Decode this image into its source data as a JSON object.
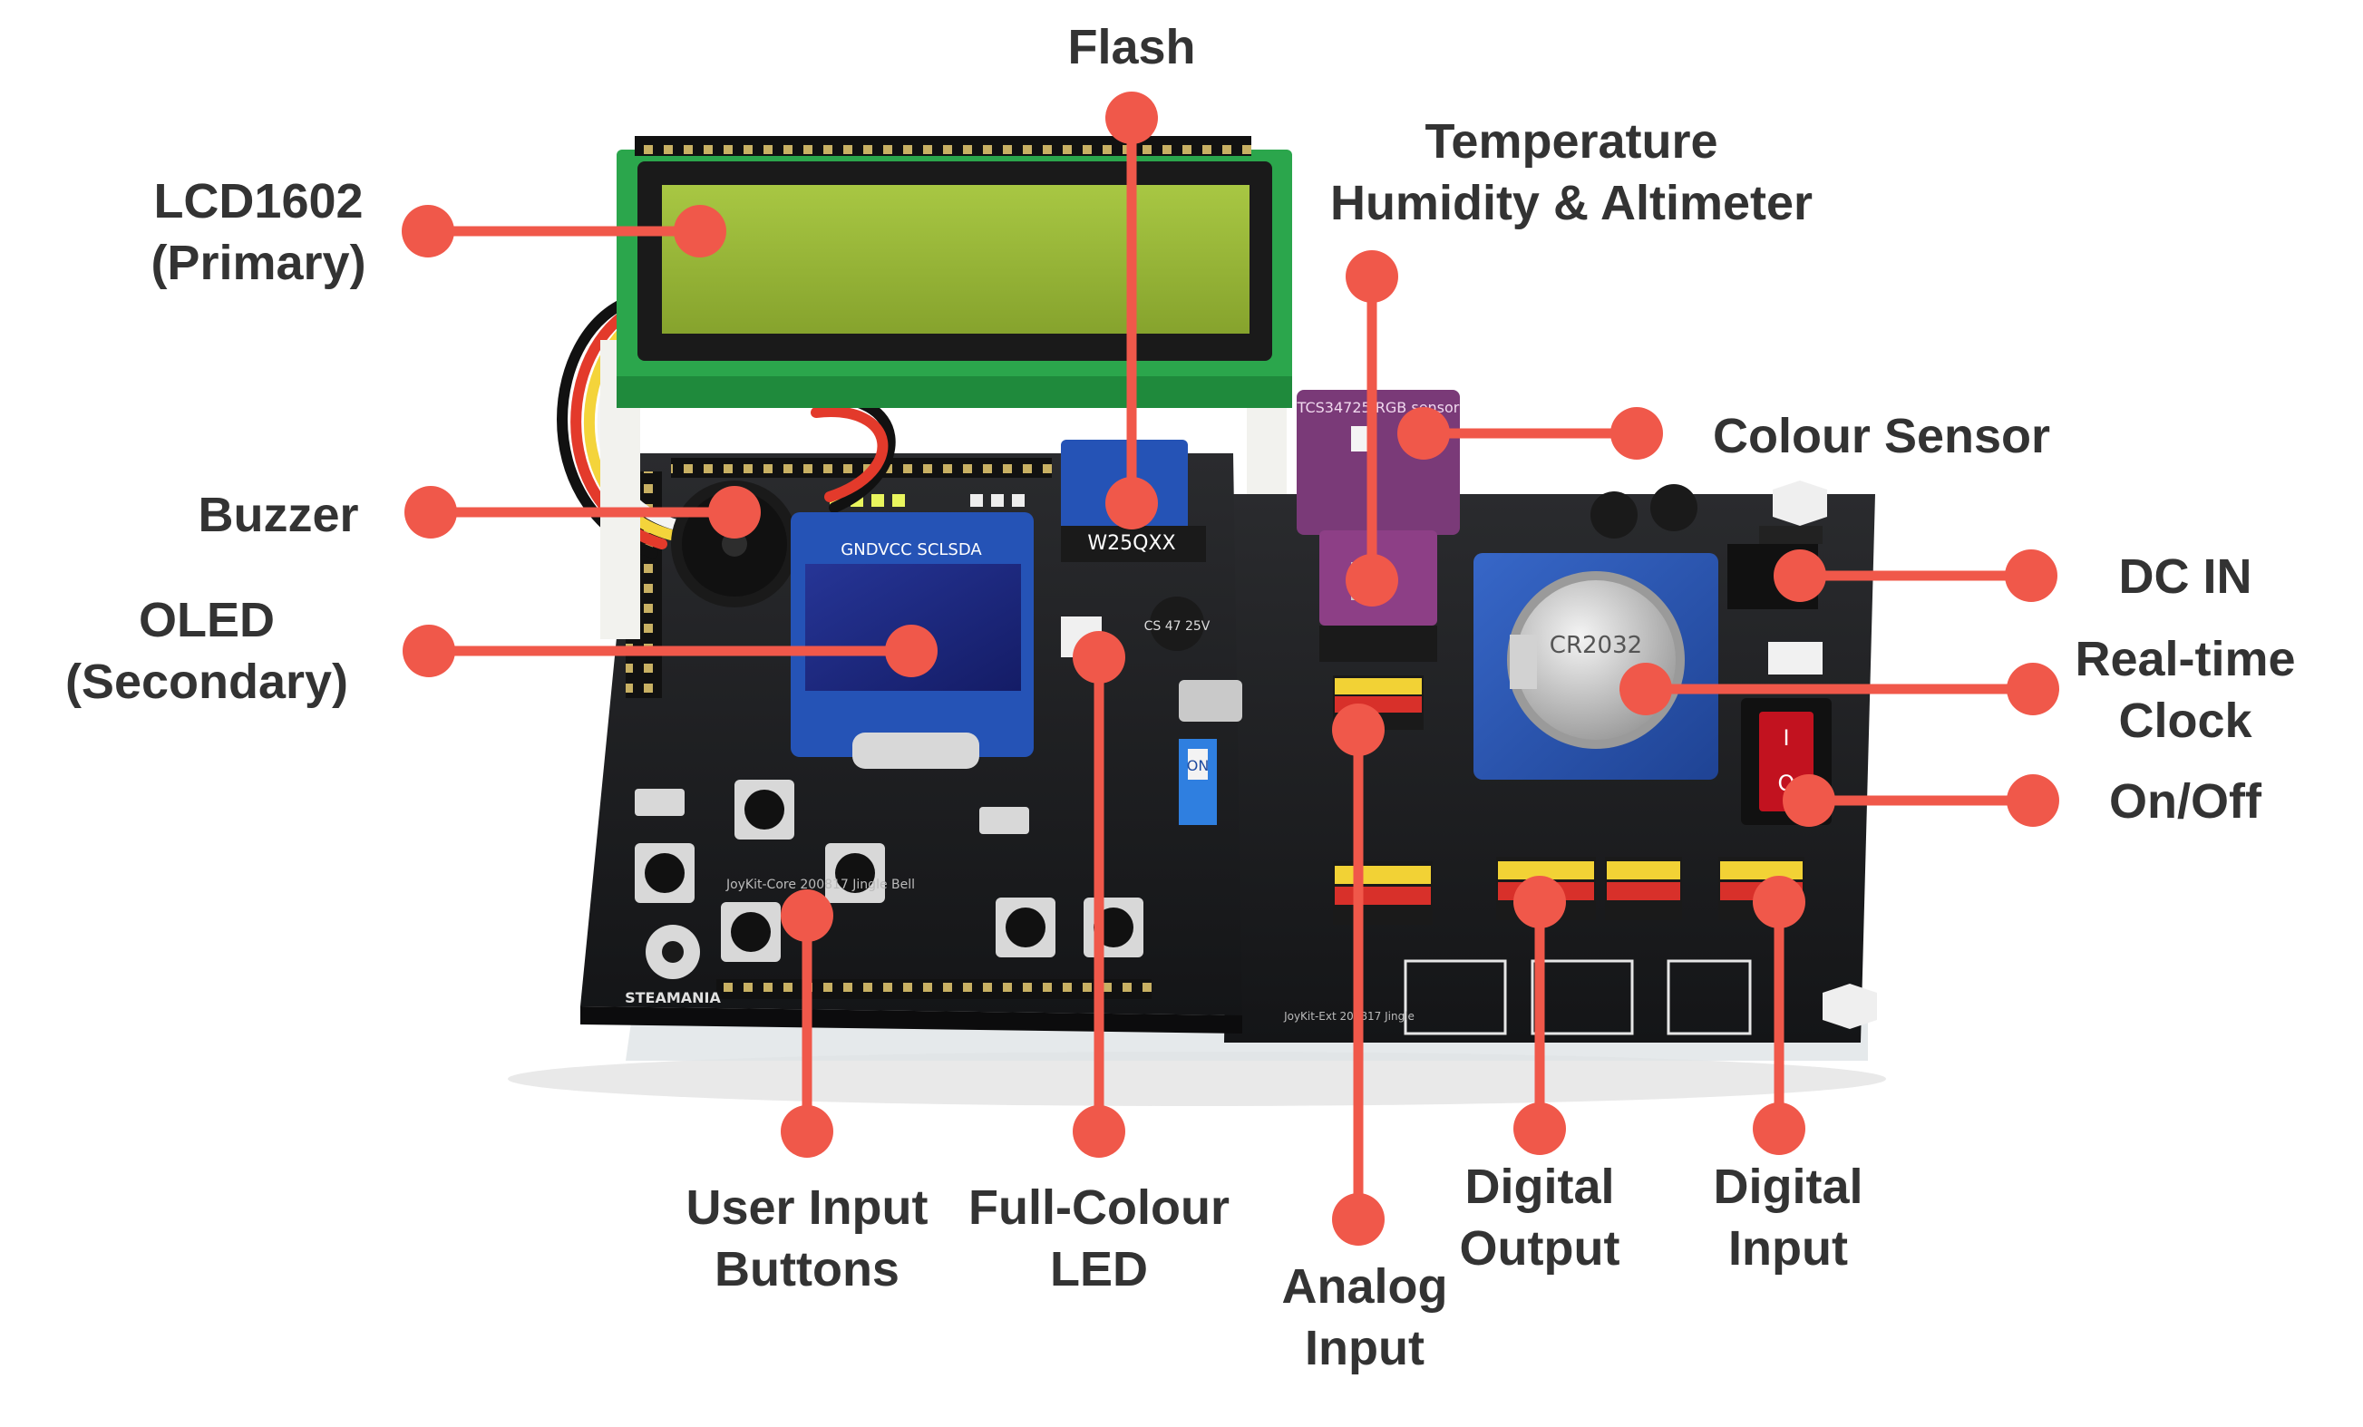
{
  "colors": {
    "accent": "#f0584a",
    "label_text": "#333333",
    "board": "#1b1c1e",
    "lcd_bezel": "#27a84a",
    "lcd_screen": "#9bbb3a",
    "oled_screen": "#1f2a8c",
    "module_purple": "#7a3a78",
    "module_blue": "#2a58b8",
    "header_yellow": "#f2d235",
    "header_red": "#d8302a"
  },
  "board": {
    "lcd_text_1": "",
    "oled_silkscreen": "GNDVCC SCLSDA",
    "flash_chip": "W25QXX",
    "colour_module_text": "TCS34725 RGB sensor",
    "battery_text": "CR2032",
    "core_board_text": "JoyKit-Core 200817 Jingle Bell",
    "brand": "STEAMANIA",
    "ext_board_text": "JoyKit-Ext 200817 Jingle",
    "capacitor_text": "CS 47 25V",
    "switch_on": "ON",
    "power_i": "I",
    "power_o": "O"
  },
  "labels": [
    {
      "id": "flash",
      "lines": [
        "Flash"
      ]
    },
    {
      "id": "lcd",
      "lines": [
        "LCD1602",
        "(Primary)"
      ]
    },
    {
      "id": "temp",
      "lines": [
        "Temperature",
        "Humidity & Altimeter"
      ]
    },
    {
      "id": "colour",
      "lines": [
        "Colour Sensor"
      ]
    },
    {
      "id": "buzzer",
      "lines": [
        "Buzzer"
      ]
    },
    {
      "id": "dcin",
      "lines": [
        "DC IN"
      ]
    },
    {
      "id": "oled",
      "lines": [
        "OLED",
        "(Secondary)"
      ]
    },
    {
      "id": "rtc",
      "lines": [
        "Real-time",
        "Clock"
      ]
    },
    {
      "id": "onoff",
      "lines": [
        "On/Off"
      ]
    },
    {
      "id": "buttons",
      "lines": [
        "User Input",
        "Buttons"
      ]
    },
    {
      "id": "led",
      "lines": [
        "Full-Colour",
        "LED"
      ]
    },
    {
      "id": "analog",
      "lines": [
        "Analog",
        "Input"
      ]
    },
    {
      "id": "dout",
      "lines": [
        "Digital",
        "Output"
      ]
    },
    {
      "id": "din",
      "lines": [
        "Digital",
        "Input"
      ]
    }
  ]
}
